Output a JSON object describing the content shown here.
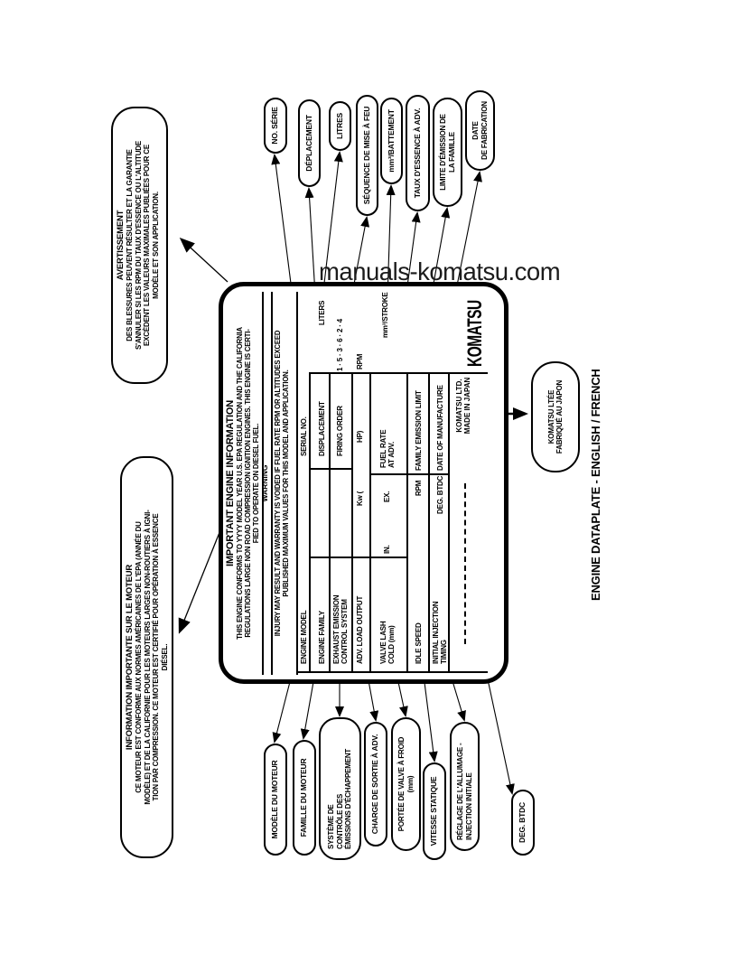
{
  "watermark": "manuals-komatsu.com",
  "caption": "ENGINE DATAPLATE - ENGLISH / FRENCH",
  "colors": {
    "ink": "#000000",
    "paper": "#ffffff",
    "watermark": "#1c1c1c"
  },
  "warning_box": {
    "title": "AVERTISSEMENT",
    "lines": [
      "DES BLESSURES PEUVENT RÉSULTER ET LA GARANTIE",
      "S'ANNULER SI LES RPM DU TAUX D'ESSENCE OU L'ALTITUDE",
      "EXCÈDENT LES VALEURS MAXIMALES PUBLIÉES POUR CE",
      "MODÈLE ET SON APPLICATION."
    ]
  },
  "info_box": {
    "title": "INFORMATION IMPORTANTE SUR LE MOTEUR",
    "lines": [
      "CE MOTEUR EST CONFORME AUX NORMES AMÉRICAINES DE L'EPA (ANNÉE DU",
      "MODÈLE) ET DE LA CALIFORNIE POUR LES MOTEURS LARGES NON-ROUTIERS À IGNI-",
      "TION PAR COMPRESSION. CE MOTEUR EST CERTIFIÉ POUR OPÉRATION À ESSENCE",
      "DIÉSEL."
    ]
  },
  "plate": {
    "header": {
      "title": "IMPORTANT ENGINE INFORMATION",
      "lines": [
        "THIS ENGINE CONFORMS TO YYYY MODEL YEAR U.S. EPA REGULATION AND THE CALIFORNIA",
        "REGULATIONS LARGE NON ROAD COMPRESSION IGNITION ENGINES. THIS ENGINE IS CERTI-",
        "FIED TO OPERATE ON DIESEL FUEL."
      ],
      "warning_title": "WARNING",
      "warning_lines": [
        "INJURY MAY RESULT AND WARRANTY IS VOIDED IF FUEL RATE RPM OR ALTITUDES EXCEED",
        "PUBLISHED MAXIMUM VALUES FOR THIS MODEL AND APPLICATION."
      ]
    },
    "fields": {
      "engine_model": "ENGINE MODEL",
      "serial_no": "SERIAL NO.",
      "engine_family": "ENGINE FAMILY",
      "displacement": "DISPLACEMENT",
      "liters": "LITERS",
      "exhaust_line1": "EXHAUST EMISSION",
      "exhaust_line2": "CONTROL SYSTEM",
      "firing_order": "FIRING ORDER",
      "firing_order_value": "1 · 5 · 3 · 6 · 2 · 4",
      "adv_load_output": "ADV. LOAD OUTPUT",
      "kw": "Kw  (",
      "hp": "HP)",
      "rpm": "RPM",
      "valve_lash_line1": "VALVE LASH",
      "valve_lash_line2": "COLD (mm)",
      "in": "IN.",
      "ex": "EX.",
      "fuel_rate_line1": "FUEL RATE",
      "fuel_rate_line2": "AT ADV.",
      "mm3_stroke": "mm³/STROKE",
      "idle_speed": "IDLE SPEED",
      "rpm2": "RPM",
      "family_emission_limit": "FAMILY EMISSION LIMIT",
      "initial_injection_line1": "INITIAL INJECTION",
      "initial_injection_line2": "TIMING",
      "deg_btdc": "DEG. BTDC",
      "date_of_manufacture": "DATE OF MANUFACTURE"
    },
    "footer": {
      "company": "KOMATSU LTD.",
      "origin": "MADE IN JAPAN",
      "logo": "KOMATSU"
    }
  },
  "capsules_top": [
    {
      "lines": [
        "NO. SÉRIE"
      ]
    },
    {
      "lines": [
        "DÉPLACEMENT"
      ]
    },
    {
      "lines": [
        "LITRES"
      ]
    },
    {
      "lines": [
        "SÉQUENCE DE MISE À FEU"
      ]
    },
    {
      "lines": [
        "mm³/BATTEMENT"
      ]
    },
    {
      "lines": [
        "TAUX D'ESSENCE À ADV."
      ]
    },
    {
      "lines": [
        "LIMITE D'ÉMISSION DE",
        "LA FAMILLE"
      ]
    },
    {
      "lines": [
        "DATE",
        "DE FABRICATION"
      ]
    }
  ],
  "capsules_bottom": [
    {
      "lines": [
        "MODÈLE DU MOTEUR"
      ]
    },
    {
      "lines": [
        "FAMILLE DU MOTEUR"
      ]
    },
    {
      "lines": [
        "SYSTÈME DE",
        "CONTRÔLE DES",
        "ÉMISSIONS D'ÉCHAPPEMENT"
      ]
    },
    {
      "lines": [
        "CHARGE DE SORTIE À ADV."
      ]
    },
    {
      "lines": [
        "PORTÉE DE VALVE À FROID",
        "(mm)"
      ]
    },
    {
      "lines": [
        "VITESSE STATIQUE"
      ]
    },
    {
      "lines": [
        "RÉGLAGE DE L'ALLUMAGE -",
        "INJECTION INITIALE"
      ]
    },
    {
      "lines": [
        "DEG. BTDC"
      ]
    }
  ],
  "komatsu_capsule": {
    "lines": [
      "KOMATSU LTÉE",
      "FABRIQUÉ AU JAPON"
    ]
  }
}
